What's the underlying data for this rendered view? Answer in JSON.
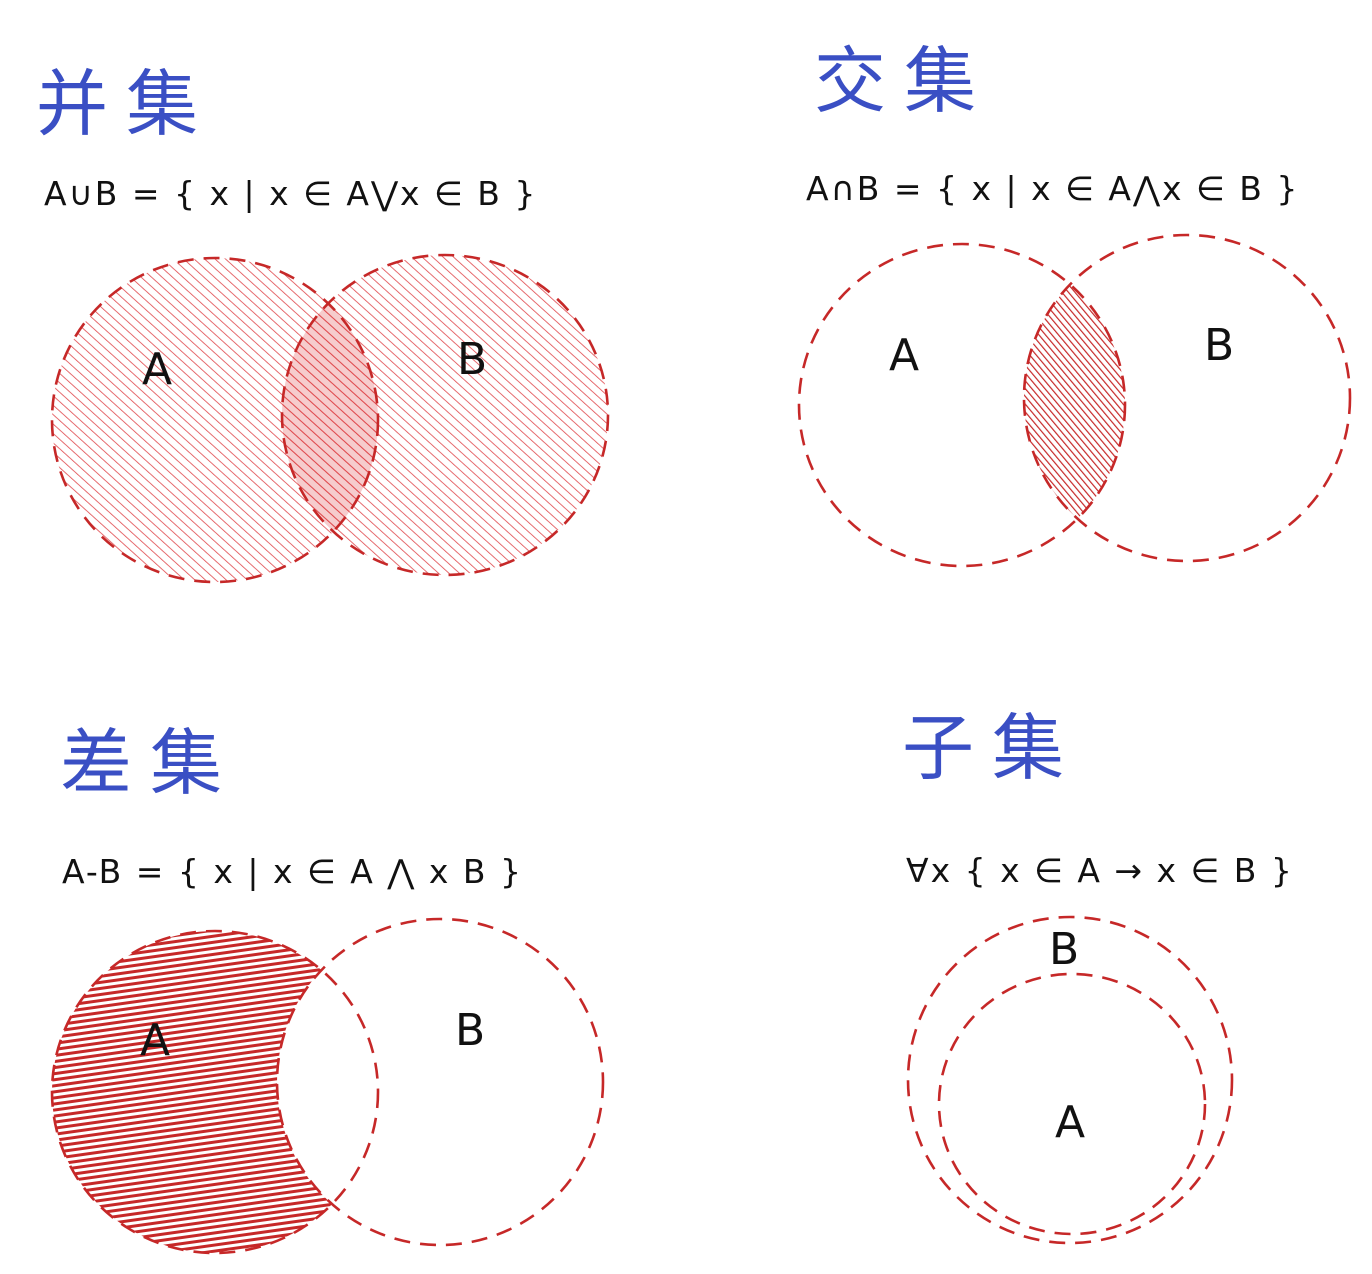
{
  "colors": {
    "title": "#3a4fc4",
    "circle_stroke": "#c62828",
    "fill": "#e0474c",
    "text": "#111111"
  },
  "union": {
    "title": "并集",
    "formula": "A∪B = { x | x ∈ A⋁x ∈ B }",
    "label_a": "A",
    "label_b": "B"
  },
  "intersection": {
    "title": "交集",
    "formula": "A∩B = { x | x ∈ A⋀x ∈ B }",
    "label_a": "A",
    "label_b": "B"
  },
  "difference": {
    "title": "差集",
    "formula": "A-B = { x | x ∈ A ⋀ x   B }",
    "label_a": "A",
    "label_b": "B"
  },
  "subset": {
    "title": "子集",
    "formula": "∀x { x ∈ A → x ∈ B }",
    "label_a": "A",
    "label_b": "B"
  }
}
